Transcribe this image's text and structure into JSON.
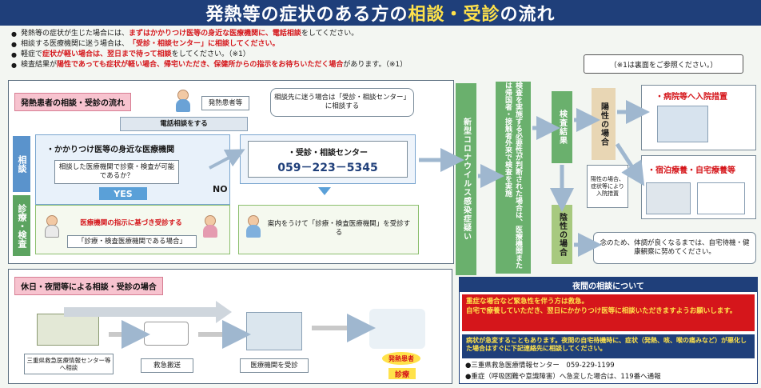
{
  "title": {
    "prefix": "発熱等の症状のある方の",
    "highlight1": "相談",
    "sep": "・",
    "highlight2": "受診",
    "suffix": "の流れ"
  },
  "intro": {
    "line1": {
      "a": "発熱等の症状が生じた場合には、",
      "b": "まずはかかりつけ医等の身近な医療機関に、電話相談",
      "c": "をしてください。"
    },
    "line2": {
      "a": "相談する医療機関に迷う場合は、",
      "b": "「受診・相談センター」に相談してください。"
    },
    "line3": {
      "a": "軽症で",
      "b": "症状が軽い場合は、翌日まで待って相談",
      "c": "をしてください。（※1）"
    },
    "line4": {
      "a": "検査結果が",
      "b": "陽性であっても症状が軽い場合、帰宅いただき、保健所からの指示をお待ちいただく場合",
      "c": "があります。（※1）"
    },
    "note": "（※1は裏面をご参照ください。）"
  },
  "flow": {
    "tab": "発熱患者の相談・受診の流れ",
    "patient_label": "発熱患者等",
    "call": "電話相談をする",
    "unsure_note": "相談先に迷う場合は「受診・相談センター」に相談する",
    "side_consult": "相談",
    "side_exam": "診療・検査",
    "family_doctor": "・かかりつけ医等の身近な医療機関",
    "question": "相談した医療機関で診察・検査が可能であるか？",
    "yes": "YES",
    "no": "NO",
    "center_label": "・受診・相談センター",
    "center_phone": "059－223－5345",
    "follow_instruction": "医療機関の指示に基づき受診する",
    "designated_note": "「診療・検査医療機関である場合」",
    "guided": "案内をうけて「診療・検査医療機関」を受診する"
  },
  "columns": {
    "suspected": "新型コロナウイルス感染症疑い",
    "testing": "検査を実施する必要性が判断された場合は、医療機関または帰国者・接触者外来で検査を実施",
    "test_result": "検査結果",
    "positive": "陽性の場合",
    "negative": "陰性の場合"
  },
  "results": {
    "hospital": "・病院等へ入院措置",
    "hotel": "・宿泊療養・自宅療養等",
    "severity_note": "陽性の場合、症状等により入院措置",
    "negative_text": "念のため、体調が良くなるまでは、自宅待機・健康観察に努めてください。"
  },
  "holiday": {
    "tab": "休日・夜間等による相談・受診の場合",
    "step1": "三重県救急医療情報センター等へ相談",
    "step2": "救急搬送",
    "step3": "医療機関を受診",
    "step4_badge": "発熱患者",
    "step4": "診療"
  },
  "night": {
    "heading": "夜間の相談について",
    "red1": "重症な場合など緊急性を伴う方は救急。",
    "red2": "自宅で療養していただき、翌日にかかりつけ医等に相談いただきますようお願いします。",
    "blue": "病状が急変することもあります。夜間の自宅待機時に、症状（発熱、咳、喉の痛みなど）が悪化した場合はすぐに下記連絡先に相談してください。",
    "contact1": "●三重県救急医療情報センター　059-229-1199",
    "contact2": "●重症（呼吸困難や意識障害）へ急変した場合は、119番へ通報"
  },
  "colors": {
    "navy": "#1f3f7a",
    "red": "#d5161b",
    "green": "#6ab06d",
    "pink": "#f7c3cf",
    "blue": "#5aa0d8"
  }
}
